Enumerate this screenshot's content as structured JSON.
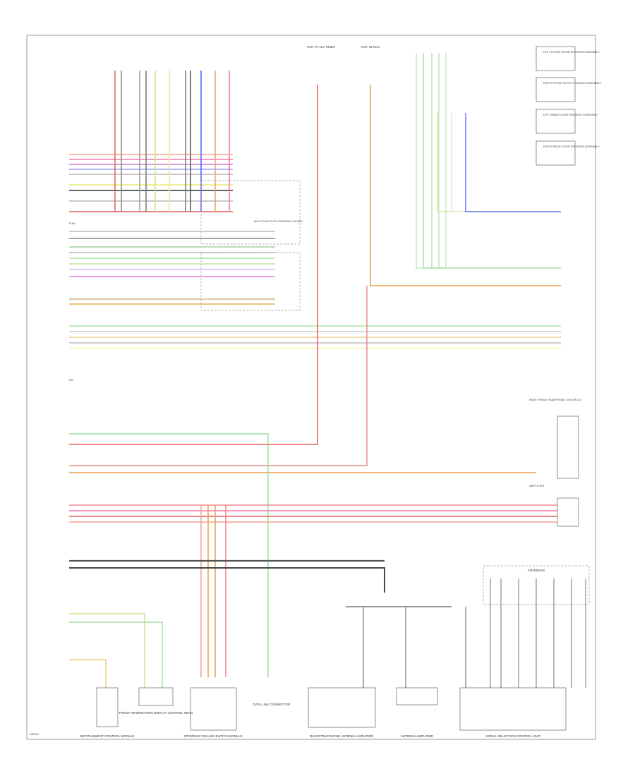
{
  "page": {
    "label_bottom_left": "W0000"
  },
  "components": {
    "left_front_speaker": "LEFT FRONT DOOR SPEAKER ASSEMBLY",
    "right_front_speaker": "RIGHT FRONT DOOR SPEAKER ASSEMBLY",
    "left_rear_speaker": "LEFT REAR DOOR SPEAKER ASSEMBLY",
    "right_rear_speaker": "RIGHT REAR DOOR SPEAKER ASSEMBLY",
    "multifunction": "MULTIFUNCTION STEERING WHEEL",
    "right_rear_controls": "RIGHT REAR HEADPHONE CONTROLS",
    "amplifier": "AMPLIFIER",
    "infotainment": "INFOTAINMENT CONTROL MODULE",
    "front_info": "FRONT INFORMATION DISPLAY CONTROL HEAD",
    "steering_column": "STEERING COLUMN SWITCH MODULE",
    "data_link": "DATA LINK CONNECTOR",
    "antenna_amp_roof": "RADIO/TELEPHONE ANTENNA AMPLIFIER",
    "antenna_amplifier": "ANTENNA AMPLIFIER",
    "aerial_selection": "AERIAL SELECTION CONTROL UNIT",
    "antennas": "ANTENNAS",
    "hot_at_all_times": "HOT AT ALL TIMES",
    "hot_in_run": "HOT IN RUN"
  },
  "legend": {
    "mark_t": "T16A",
    "mark_t2": "T32"
  }
}
